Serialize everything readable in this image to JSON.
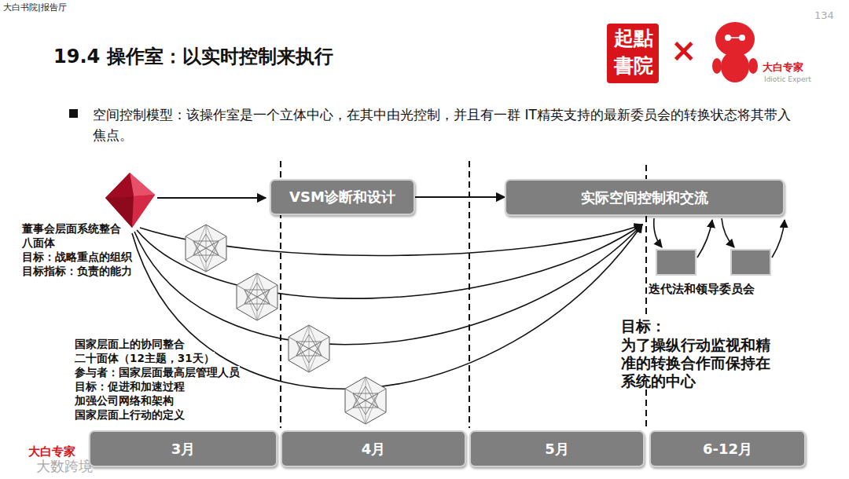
{
  "diagram": {
    "title": "19.4 操作室：以实时控制来执行",
    "nodes": [
      {
        "text": [
          "VSM诊断和设计"
        ]
      },
      {
        "text": [
          "实际空间控制和交流"
        ]
      },
      {
        "text": [
          "3月"
        ]
      },
      {
        "text": [
          "4月"
        ]
      },
      {
        "text": [
          "5月"
        ]
      },
      {
        "text": [
          "6-12月"
        ]
      }
    ],
    "edges": [
      {
        "from": 0,
        "to": 1,
        "arrow": "to"
      }
    ],
    "labels": [
      "大白书院|报告厅",
      "134",
      "起點",
      "書院",
      "×",
      "大白专家",
      "Idiotic Expert",
      "空间控制模型：该操作室是一个立体中心，在其中由光控制，并且有一群 IT精英支持的最新委员会的转换状态将其带入焦点。",
      "董事会层面系统整合",
      "八面体",
      "目标：战略重点的组织",
      "目标指标：负责的能力",
      "迭代法和领导委员会",
      "目标：",
      "为了操纵行动监视和精准的转换合作而保持在系统的中心",
      "国家层面上的协同整合",
      "二十面体（12主题，31天）",
      "参与者：国家层面最高层管理人员",
      "目标：促进和加速过程",
      "加强公司网络和架构",
      "国家层面上行动的定义",
      "大白专家",
      "大数跨境"
    ]
  }
}
